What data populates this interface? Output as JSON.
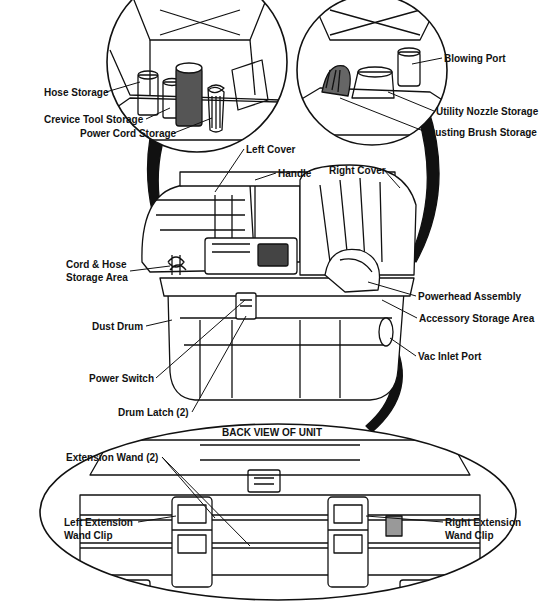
{
  "diagram": {
    "labels": [
      "Hose Storage",
      "Crevice Tool Storage",
      "Power Cord Storage",
      "Blowing Port",
      "Utility Nozzle Storage",
      "Dusting Brush Storage",
      "Left Cover",
      "Handle",
      "Right Cover",
      "Cord & Hose Storage Area",
      "Powerhead Assembly",
      "Accessory Storage Area",
      "Dust Drum",
      "Vac Inlet Port",
      "Power Switch",
      "Drum Latch (2)",
      "BACK VIEW OF UNIT",
      "Extension Wand (2)",
      "Left Extension Wand Clip",
      "Right Extension Wand Clip"
    ]
  }
}
